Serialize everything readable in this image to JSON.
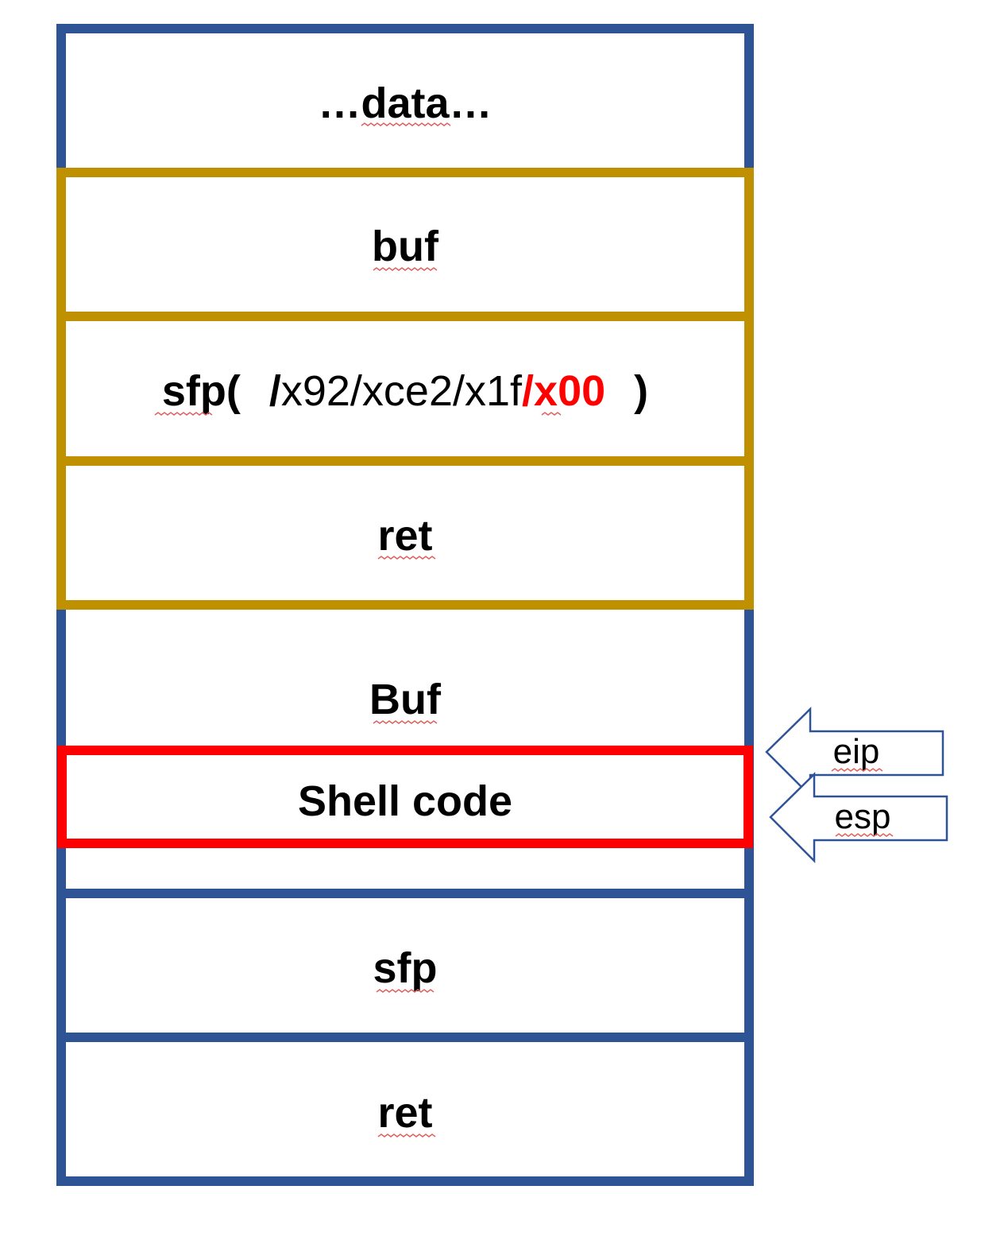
{
  "colors": {
    "stack_border": "#2f5496",
    "frame_border": "#bf9000",
    "shellcode_border": "#ff0000",
    "highlight_text": "#ff0000",
    "arrow_stroke": "#2f5496",
    "spellcheck_squiggle": "#e06060"
  },
  "stack": {
    "data_label": "…data…",
    "buf_label": "buf",
    "sfp_prefix": "sfp(",
    "sfp_slash": "/",
    "sfp_bytes": "x92/xce2/x1f",
    "sfp_null": "/x00",
    "sfp_suffix": ")",
    "ret_label": "ret",
    "buf2_label": "Buf",
    "shellcode_label": "Shell code",
    "sfp2_label": "sfp",
    "ret2_label": "ret"
  },
  "arrows": {
    "eip_label": "eip",
    "esp_label": "esp"
  }
}
